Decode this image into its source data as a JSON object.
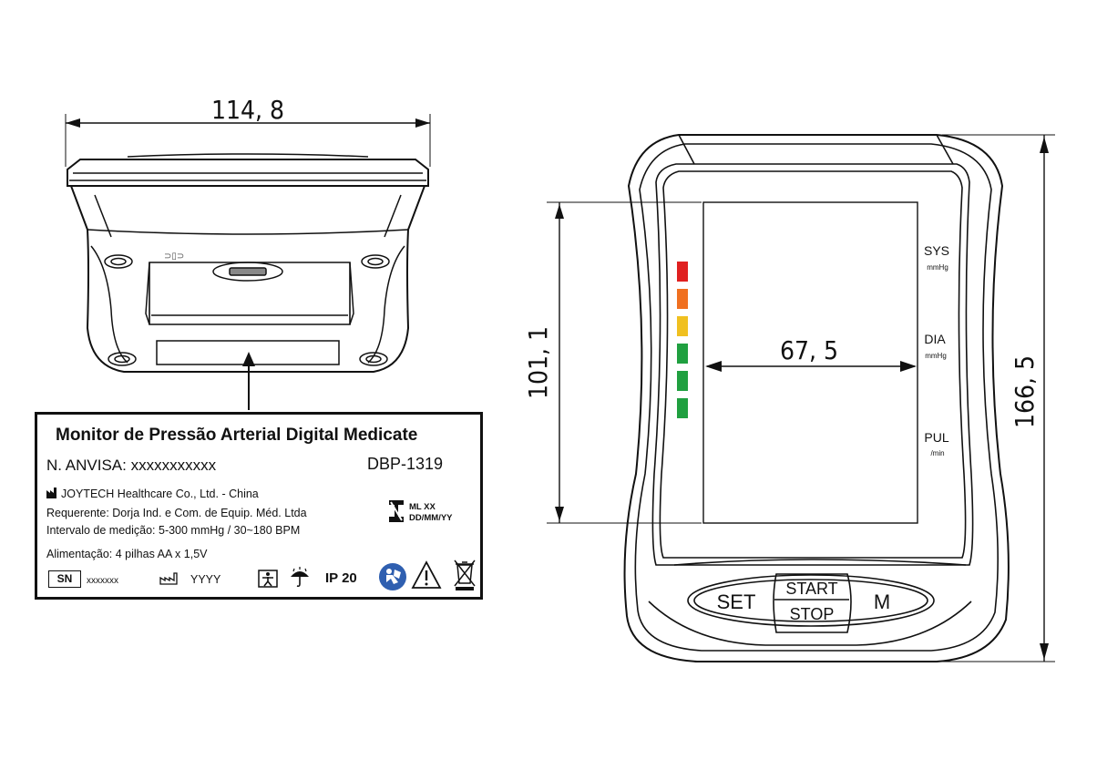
{
  "dimensions": {
    "width_top": "114, 8",
    "screen_height": "101, 1",
    "screen_width": "67, 5",
    "total_height": "166, 5"
  },
  "display": {
    "side_labels": [
      {
        "main": "SYS",
        "unit": "mmHg"
      },
      {
        "main": "DIA",
        "unit": "mmHg"
      },
      {
        "main": "PUL",
        "unit": "/min"
      }
    ],
    "indicator_colors": [
      "#e02020",
      "#f07020",
      "#f0c020",
      "#20a040",
      "#20a040",
      "#20a040"
    ]
  },
  "buttons": {
    "set": "SET",
    "start": "START",
    "stop": "STOP",
    "memory": "M"
  },
  "label": {
    "title": "Monitor de Pressão Arterial Digital Medicate",
    "anvisa": "N. ANVISA: xxxxxxxxxxx",
    "model": "DBP-1319",
    "factory": "JOYTECH Healthcare Co., Ltd. - China",
    "requester": "Requerente: Dorja Ind. e Com. de Equip. Méd. Ltda",
    "range": "Intervalo de medição: 5-300 mmHg / 30~180 BPM",
    "power": "Alimentação: 4 pilhas AA x 1,5V",
    "sn_tag": "SN",
    "sn_value": "xxxxxxx",
    "date_value": "YYYY",
    "ip": "IP 20",
    "lot": "ML XX",
    "lot_date": "DD/MM/YY"
  },
  "icons": [
    "factory-icon",
    "manufacture-date-icon",
    "body-type-bf-icon",
    "keep-dry-icon",
    "read-manual-icon",
    "warning-icon",
    "weee-bin-icon",
    "inmetro-mark-icon"
  ]
}
